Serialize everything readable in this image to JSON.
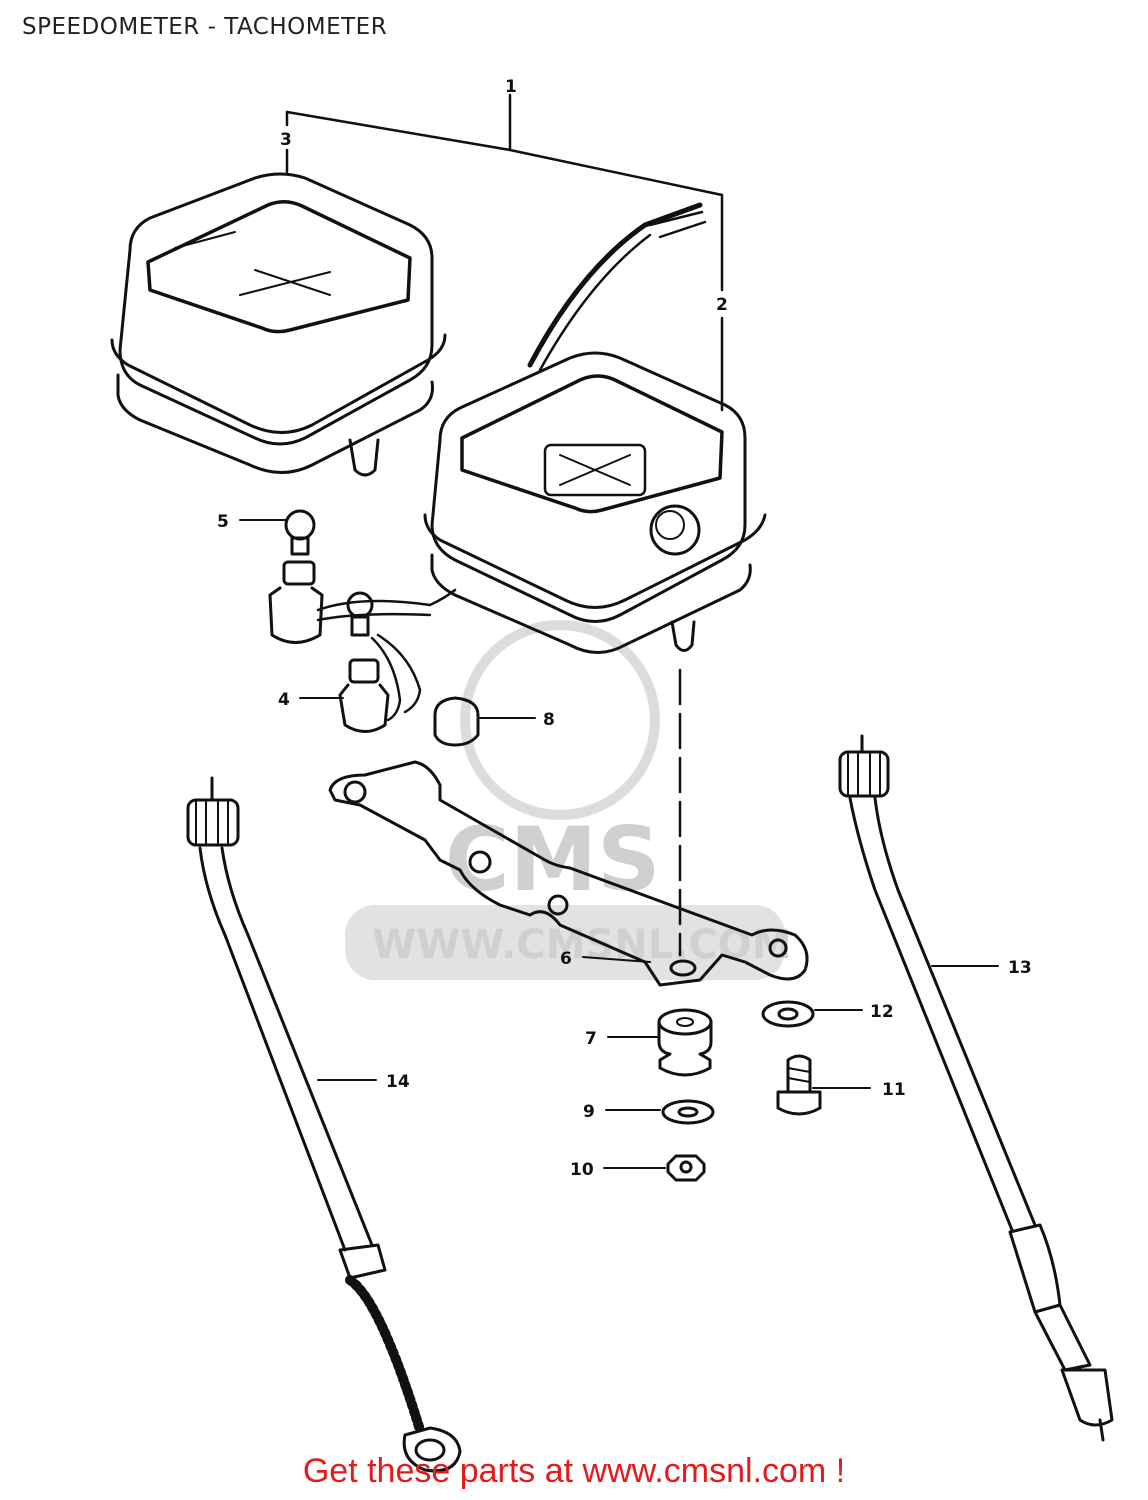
{
  "header": {
    "title": "SPEEDOMETER - TACHOMETER"
  },
  "diagram": {
    "callouts": {
      "c1": "1",
      "c2": "2",
      "c3": "3",
      "c4": "4",
      "c5": "5",
      "c6": "6",
      "c7": "7",
      "c8": "8",
      "c9": "9",
      "c10": "10",
      "c11": "11",
      "c12": "12",
      "c13": "13",
      "c14": "14"
    },
    "watermark": {
      "brand": "CMS",
      "url": "WWW.CMSNL.COM"
    }
  },
  "footer": {
    "cta": "Get these parts at www.cmsnl.com !"
  },
  "colors": {
    "footer_text": "#e31b1b",
    "line": "#111111",
    "watermark": "#d0d0d0"
  }
}
